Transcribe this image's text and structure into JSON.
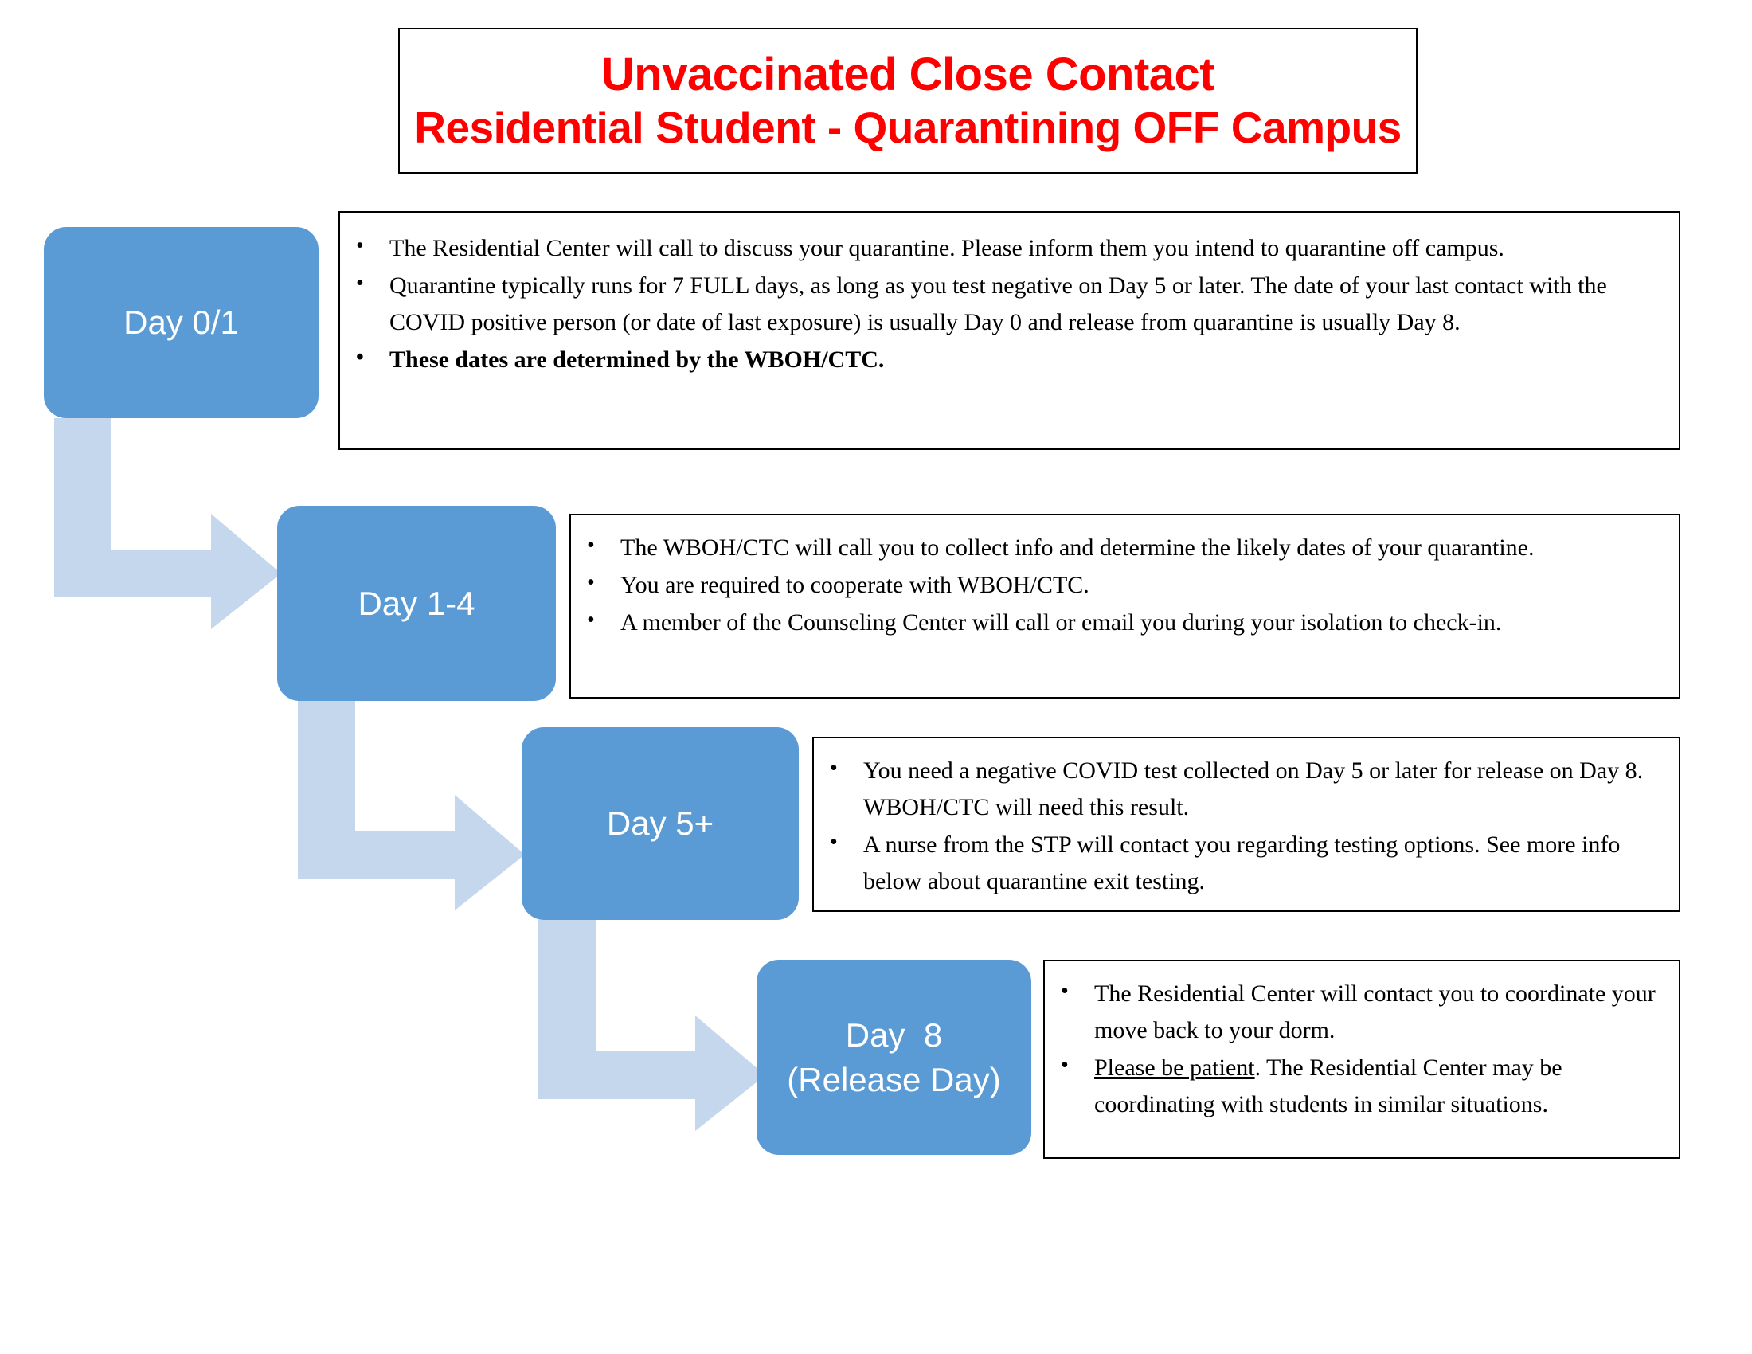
{
  "title": {
    "line1": "Unvaccinated Close Contact",
    "line2": "Residential Student - Quarantining OFF Campus",
    "color": "#ff0000"
  },
  "colors": {
    "node_fill": "#5b9bd5",
    "arrow_fill": "#c5d7ec",
    "node_text": "#ffffff",
    "box_border": "#000000",
    "title_text": "#ff0000"
  },
  "stages": [
    {
      "node_label": "Day 0/1",
      "node_label_line2": "",
      "bullets": [
        {
          "text": "The Residential Center will call to discuss your quarantine. Please inform them you intend to quarantine off campus.",
          "bold": false,
          "underline_prefix": ""
        },
        {
          "text": "Quarantine typically runs for 7 FULL days, as long as you test negative on Day 5 or later. The date of your last contact with the COVID positive person (or date of last exposure) is usually Day 0 and release from quarantine is usually Day 8.",
          "bold": false,
          "underline_prefix": ""
        },
        {
          "text": "These dates are determined by the WBOH/CTC.",
          "bold": true,
          "underline_prefix": ""
        }
      ]
    },
    {
      "node_label": "Day 1-4",
      "node_label_line2": "",
      "bullets": [
        {
          "text": "The WBOH/CTC will call you to collect info and determine the likely dates of your quarantine.",
          "bold": false,
          "underline_prefix": ""
        },
        {
          "text": "You are required to cooperate with WBOH/CTC.",
          "bold": false,
          "underline_prefix": ""
        },
        {
          "text": "A member of the Counseling Center will call or email you during your isolation to check-in.",
          "bold": false,
          "underline_prefix": ""
        }
      ]
    },
    {
      "node_label": "Day 5+",
      "node_label_line2": "",
      "bullets": [
        {
          "text": "You need a negative COVID test collected on Day 5 or later for release on Day 8. WBOH/CTC will need this result.",
          "bold": false,
          "underline_prefix": ""
        },
        {
          "text": "A nurse from the STP will contact you regarding testing options. See more info below about quarantine exit testing.",
          "bold": false,
          "underline_prefix": ""
        }
      ]
    },
    {
      "node_label": "Day  8",
      "node_label_line2": "(Release Day)",
      "bullets": [
        {
          "text": "The Residential Center will contact you to coordinate your move back to your dorm.",
          "bold": false,
          "underline_prefix": ""
        },
        {
          "text": ". The Residential Center may be coordinating with students in similar situations.",
          "bold": false,
          "underline_prefix": "Please be patient"
        }
      ]
    }
  ],
  "connectors": [
    {
      "name": "arrow-day01-to-day14"
    },
    {
      "name": "arrow-day14-to-day5"
    },
    {
      "name": "arrow-day5-to-day8"
    }
  ]
}
